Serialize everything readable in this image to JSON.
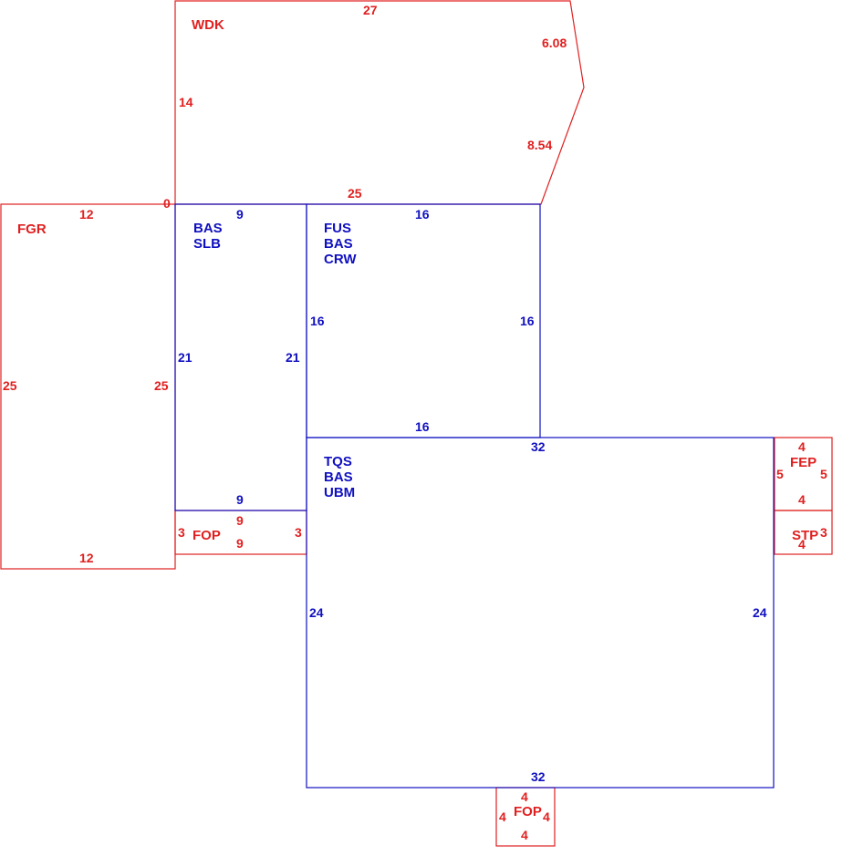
{
  "colors": {
    "exterior": "#e02020",
    "living": "#1010c0"
  },
  "areas": {
    "wdk": {
      "code": "WDK",
      "dims": {
        "top": "27",
        "right_upper": "6.08",
        "right_lower": "8.54",
        "left": "14",
        "bottom": "25",
        "corner": "0"
      }
    },
    "fgr": {
      "code": "FGR",
      "dims": {
        "top": "12",
        "left": "25",
        "right": "25",
        "bottom": "12"
      }
    },
    "bas_slb": {
      "codes": [
        "BAS",
        "SLB"
      ],
      "dims": {
        "top": "9",
        "left": "21",
        "right": "21",
        "bottom": "9"
      }
    },
    "fus_bas_crw": {
      "codes": [
        "FUS",
        "BAS",
        "CRW"
      ],
      "dims": {
        "top": "16",
        "left": "16",
        "right": "16",
        "bottom": "16"
      }
    },
    "tqs_bas_ubm": {
      "codes": [
        "TQS",
        "BAS",
        "UBM"
      ],
      "dims": {
        "top": "32",
        "left": "24",
        "right": "24",
        "bottom": "32"
      }
    },
    "fop_left": {
      "code": "FOP",
      "dims": {
        "top": "9",
        "left": "3",
        "right": "3",
        "bottom": "9"
      }
    },
    "fep": {
      "code": "FEP",
      "dims": {
        "top": "4",
        "left": "5",
        "right": "5",
        "bottom": "4"
      }
    },
    "stp": {
      "code": "STP",
      "dims": {
        "right": "3",
        "bottom": "4"
      }
    },
    "fop_bottom": {
      "code": "FOP",
      "dims": {
        "top": "4",
        "left": "4",
        "right": "4",
        "bottom": "4"
      }
    }
  }
}
